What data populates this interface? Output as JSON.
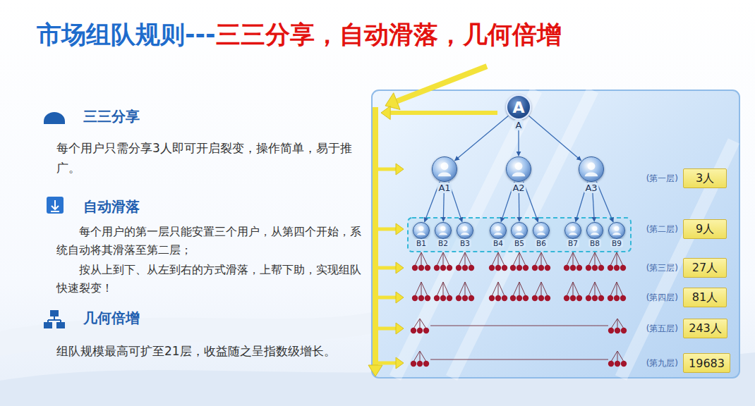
{
  "diagram": {
    "title": "市场组队规则---",
    "nodes": [
      {
        "text": [
          "A",
          "A"
        ]
      },
      {
        "text": [
          "A1"
        ]
      },
      {
        "text": [
          "A2"
        ]
      },
      {
        "text": [
          "A3"
        ]
      },
      {
        "text": [
          "B1"
        ]
      },
      {
        "text": [
          "B2"
        ]
      },
      {
        "text": [
          "B3"
        ]
      },
      {
        "text": [
          "B4"
        ]
      },
      {
        "text": [
          "B5"
        ]
      },
      {
        "text": [
          "B6"
        ]
      },
      {
        "text": [
          "B7"
        ]
      },
      {
        "text": [
          "B8"
        ]
      },
      {
        "text": [
          "B9"
        ]
      },
      {
        "text": [
          "(第一层)",
          "3人"
        ]
      },
      {
        "text": [
          "(第二层)",
          "9人"
        ]
      },
      {
        "text": [
          "(第三层)",
          "27人"
        ]
      },
      {
        "text": [
          "(第四层)",
          "81人"
        ]
      },
      {
        "text": [
          "(第五层)",
          "243人"
        ]
      },
      {
        "text": [
          "(第九层)",
          "19683"
        ]
      }
    ],
    "edges": [
      {
        "from": 0,
        "to": 1,
        "arrow": "to"
      },
      {
        "from": 0,
        "to": 2,
        "arrow": "to"
      },
      {
        "from": 0,
        "to": 3,
        "arrow": "to"
      },
      {
        "from": 1,
        "to": 4,
        "arrow": "to"
      },
      {
        "from": 1,
        "to": 5,
        "arrow": "to"
      },
      {
        "from": 1,
        "to": 6,
        "arrow": "to"
      },
      {
        "from": 2,
        "to": 7,
        "arrow": "to"
      },
      {
        "from": 2,
        "to": 8,
        "arrow": "to"
      },
      {
        "from": 2,
        "to": 9,
        "arrow": "to"
      },
      {
        "from": 3,
        "to": 10,
        "arrow": "to"
      },
      {
        "from": 3,
        "to": 11,
        "arrow": "to"
      },
      {
        "from": 3,
        "to": 12,
        "arrow": "to"
      }
    ],
    "labels": [
      "三三分享，自动滑落，几何倍增",
      "三三分享",
      "每个用户只需分享3人即可开启裂变，操作简单，易于推广。",
      "自动滑落",
      "每个用户的第一层只能安置三个用户，从第四个开始，系统自动将其滑落至第二层；",
      "按从上到下、从左到右的方式滑落，上帮下助，实现组队快速裂变！",
      "几何倍增",
      "组队规模最高可扩至21层，收益随之呈指数级增长。"
    ]
  }
}
